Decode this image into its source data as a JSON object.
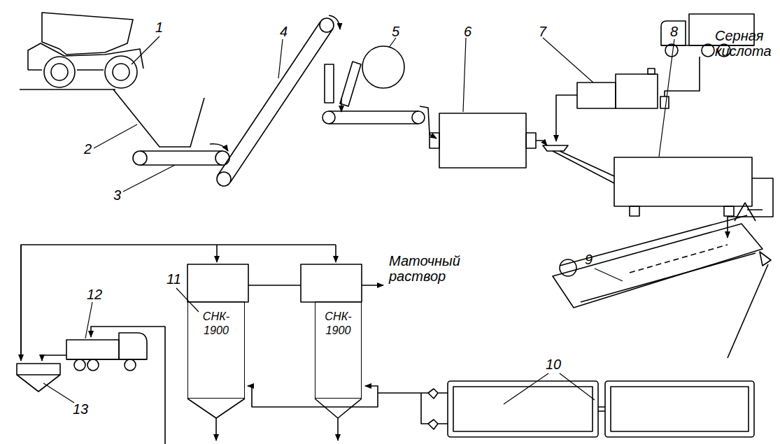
{
  "diagram": {
    "nodes": [
      {
        "text": [
          "СНК- 1900"
        ]
      },
      {
        "text": [
          "СНК- 1900"
        ]
      }
    ],
    "labels": [
      "1",
      "2",
      "3",
      "4",
      "5",
      "6",
      "7",
      "8",
      "9",
      "10",
      "11",
      "12",
      "13",
      "Серная кислота",
      "Маточный раствор"
    ]
  }
}
